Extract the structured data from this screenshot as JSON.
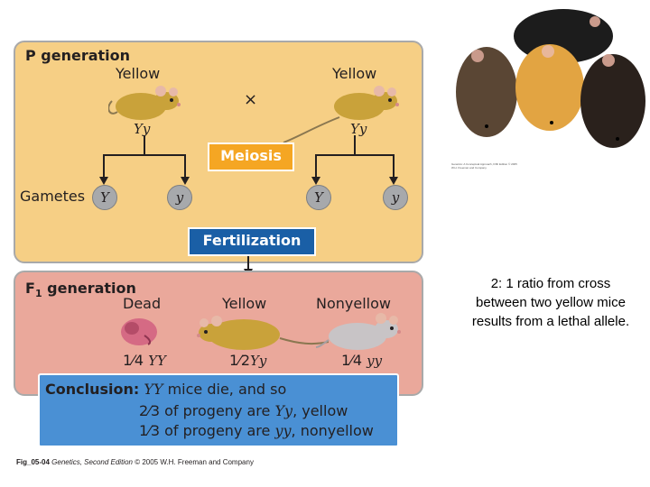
{
  "p_panel": {
    "title": "P generation",
    "left_parent": {
      "phenotype": "Yellow",
      "genotype": "Yy"
    },
    "right_parent": {
      "phenotype": "Yellow",
      "genotype": "Yy"
    },
    "cross_symbol": "×",
    "meiosis_label": "Meiosis",
    "gametes_label": "Gametes",
    "gametes": [
      "Y",
      "y",
      "Y",
      "y"
    ],
    "fertilization_label": "Fertilization"
  },
  "f1_panel": {
    "title_prefix": "F",
    "title_sub": "1",
    "title_suffix": "generation",
    "offspring": [
      {
        "phenotype": "Dead",
        "fraction": "1⁄4",
        "genotype": "YY"
      },
      {
        "phenotype": "Yellow",
        "fraction": "1⁄2",
        "genotype": "Yy"
      },
      {
        "phenotype": "Nonyellow",
        "fraction": "1⁄4",
        "genotype": "yy"
      }
    ]
  },
  "conclusion": {
    "label": "Conclusion:",
    "line1_geno": "YY",
    "line1_text": " mice die, and so",
    "line2_frac": "2⁄3",
    "line2_text": " of progeny are ",
    "line2_geno": "Yy",
    "line2_end": ", yellow",
    "line3_frac": "1⁄3",
    "line3_text": " of progeny are ",
    "line3_geno": "yy",
    "line3_end": ", nonyellow"
  },
  "side_text": "2: 1 ratio from cross between two yellow mice results from a lethal allele.",
  "caption": {
    "fig": "Fig_05-04",
    "book": "Genetics, Second Edition",
    "credit": " © 2005 W.H. Freeman and Company"
  },
  "photo_credit": "Genetics: A Conceptual Approach, Fifth Edition © 2005 W.H. Freeman and Company",
  "colors": {
    "p_panel": "#f6cf85",
    "f1_panel": "#eaa89b",
    "meiosis": "#f5a623",
    "fertilization": "#1a5fa6",
    "conclusion": "#4a90d4",
    "yellow_mouse": "#c9a23a",
    "white_mouse": "#c8c4c6",
    "dead_pup": "#d56a84"
  }
}
